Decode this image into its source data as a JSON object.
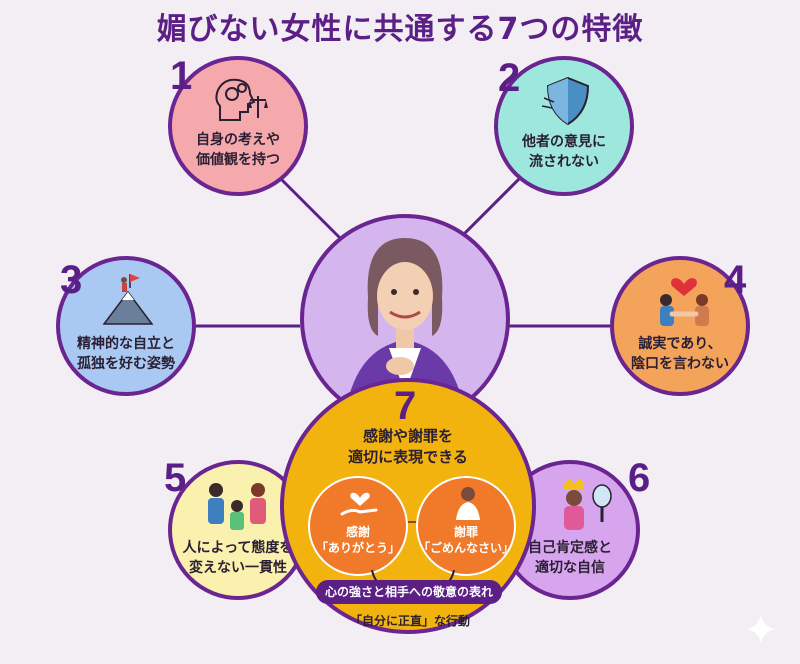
{
  "title": "媚びない女性に共通する7つの特徴",
  "traits": [
    {
      "number": "1",
      "lines": [
        "自身の考えや",
        "価値観を持つ"
      ],
      "icon": "head-gears-scale-icon"
    },
    {
      "number": "2",
      "lines": [
        "他者の意見に",
        "流されない"
      ],
      "icon": "shield-icon"
    },
    {
      "number": "3",
      "lines": [
        "精神的な自立と",
        "孤独を好む姿勢"
      ],
      "icon": "mountain-flag-icon"
    },
    {
      "number": "4",
      "lines": [
        "誠実であり、",
        "陰口を言わない"
      ],
      "icon": "handshake-heart-icon"
    },
    {
      "number": "5",
      "lines": [
        "人によって態度を",
        "変えない一貫性"
      ],
      "icon": "family-icon"
    },
    {
      "number": "6",
      "lines": [
        "自己肯定感と",
        "適切な自信"
      ],
      "icon": "crown-mirror-icon"
    },
    {
      "number": "7",
      "lines": [
        "感謝や謝罪を",
        "適切に表現できる"
      ],
      "icon": ""
    }
  ],
  "gratitude": {
    "title": "感謝",
    "quote": "「ありがとう」",
    "icon": "hand-heart-icon"
  },
  "apology": {
    "title": "謝罪",
    "quote": "「ごめんなさい」",
    "icon": "bowing-person-icon"
  },
  "banner": "心の強さと相手への敬意の表れ",
  "footer": "「自分に正直」な行動",
  "colors": {
    "accent": "#5b1f86",
    "trait1": "#f6a9ad",
    "trait2": "#9ee7dd",
    "trait3": "#a9c9f2",
    "trait4": "#f3a35a",
    "trait5": "#fbf1ae",
    "trait6": "#d7a4ee",
    "trait7": "#f2b30f",
    "center": "#d5b5ee"
  }
}
